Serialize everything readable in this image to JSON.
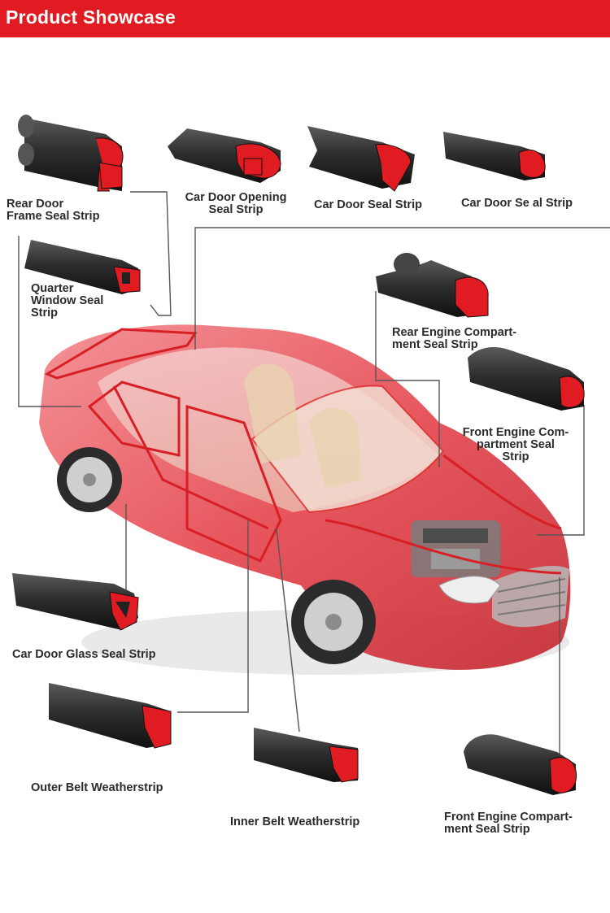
{
  "header": {
    "title": "Product Showcase",
    "color": "#e01b22"
  },
  "colors": {
    "rubber": "#2e2e2e",
    "accent": "#e01b22",
    "car": "#e8525a"
  },
  "products": [
    {
      "label": "Rear Door\nFrame Seal Strip"
    },
    {
      "label": "Car Door Opening\nSeal Strip"
    },
    {
      "label": "Car Door Seal Strip"
    },
    {
      "label": "Car Door Se al Strip"
    },
    {
      "label": "Quarter\nWindow Seal\nStrip"
    },
    {
      "label": "Rear Engine Compart-\nment Seal Strip"
    },
    {
      "label": "Front Engine Com-\npartment Seal\nStrip"
    },
    {
      "label": "Car Door Glass Seal Strip"
    },
    {
      "label": "Outer Belt Weatherstrip"
    },
    {
      "label": "Inner Belt Weatherstrip"
    },
    {
      "label": "Front Engine Compart-\nment Seal Strip"
    }
  ]
}
